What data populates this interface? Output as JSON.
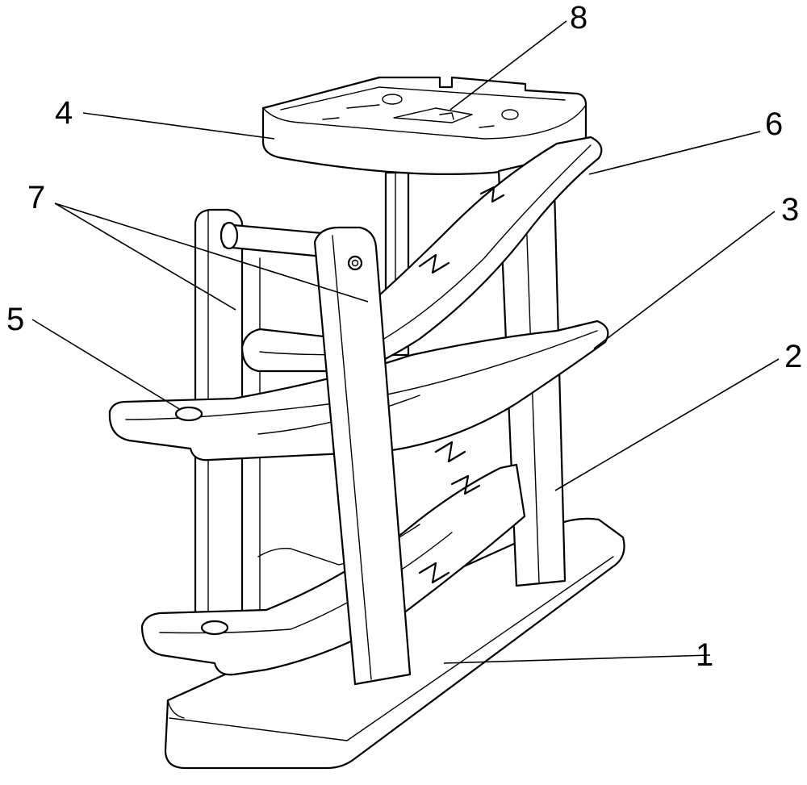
{
  "callouts": {
    "c1": "1",
    "c2": "2",
    "c3": "3",
    "c4": "4",
    "c5": "5",
    "c6": "6",
    "c7": "7",
    "c8": "8"
  },
  "colors": {
    "line": "#000000",
    "fill": "#ffffff"
  }
}
